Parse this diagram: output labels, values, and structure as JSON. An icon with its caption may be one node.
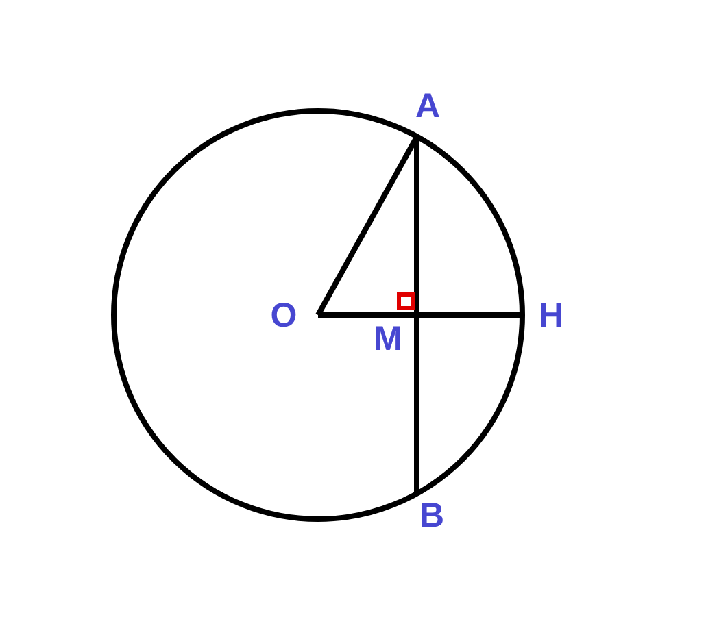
{
  "diagram": {
    "labels": [
      "A",
      "O",
      "M",
      "H",
      "B"
    ]
  }
}
